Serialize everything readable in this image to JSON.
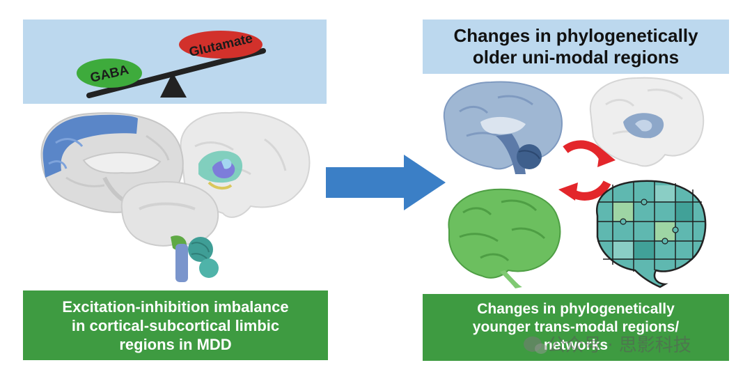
{
  "left_panel": {
    "balance": {
      "gaba_label": "GABA",
      "glutamate_label": "Glutamate"
    },
    "caption_lines": [
      "Excitation-inhibition imbalance",
      "in cortical-subcortical limbic",
      "regions in MDD"
    ]
  },
  "right_panel": {
    "top_title_lines": [
      "Changes in phylogenetically",
      "older uni-modal regions"
    ],
    "bottom_caption_lines": [
      "Changes in phylogenetically",
      "younger trans-modal regions/",
      "networks"
    ]
  },
  "watermark": {
    "text": "公众号 · 思影科技"
  },
  "colors": {
    "light_blue_box": "#bcd8ee",
    "green_box": "#3e9b41",
    "gaba_green": "#3eab3c",
    "glutamate_red": "#d2312b",
    "arrow_blue": "#3b7fc6",
    "cycle_red": "#e3262b",
    "cortex_blue": "#5a86c8",
    "brain_grey": "#d6d6d6",
    "puzzle_teal": "#5fb8b0"
  }
}
